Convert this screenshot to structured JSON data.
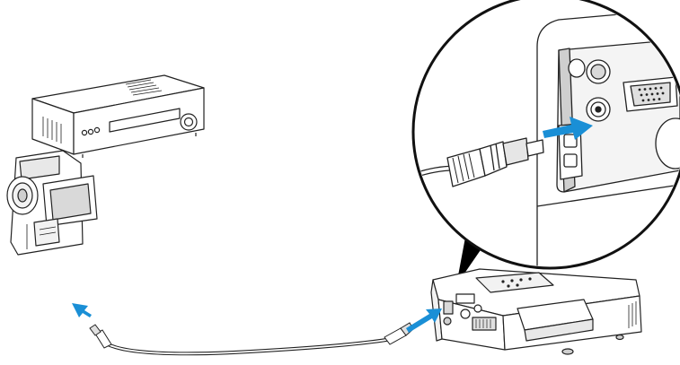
{
  "diagram": {
    "devices": [
      {
        "id": "vcr",
        "name": "vcr-device-icon"
      },
      {
        "id": "camcorder",
        "name": "camcorder-device-icon"
      },
      {
        "id": "projector",
        "name": "projector-device-icon"
      }
    ],
    "connections": [
      {
        "from": "projector",
        "to": "vcr-or-camcorder",
        "cable": "rca-video-cable"
      }
    ],
    "callout": "magnified-projector-video-port",
    "colors": {
      "line": "#222222",
      "arrow": "#1a8fd6",
      "device_fill": "#ffffff",
      "shade": "#d9d9d9"
    }
  }
}
